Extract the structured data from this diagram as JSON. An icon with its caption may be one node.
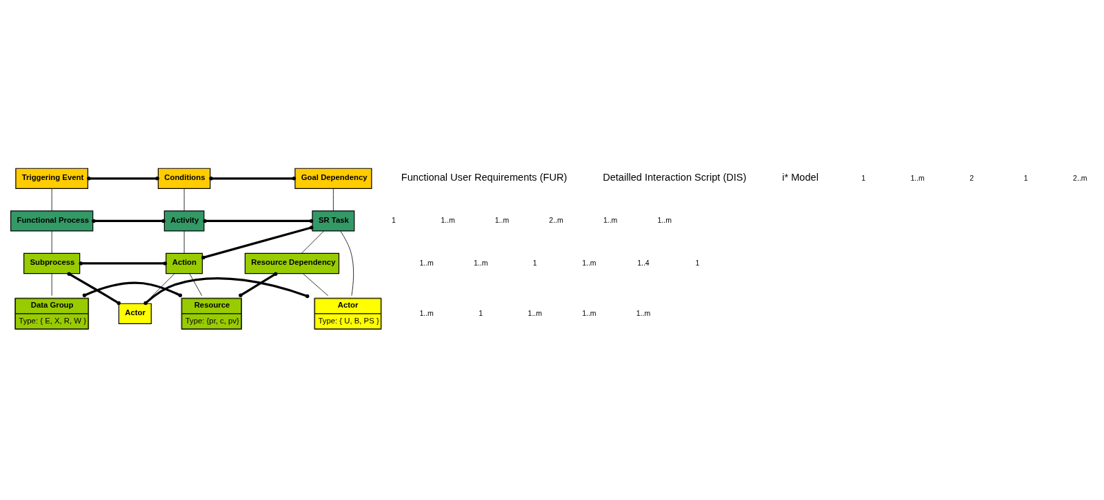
{
  "diagram": {
    "nodes": [
      {
        "text": [
          "Triggering Event"
        ]
      },
      {
        "text": [
          "Conditions"
        ]
      },
      {
        "text": [
          "Goal Dependency"
        ]
      },
      {
        "text": [
          "Functional Process"
        ]
      },
      {
        "text": [
          "Activity"
        ]
      },
      {
        "text": [
          "SR Task"
        ]
      },
      {
        "text": [
          "Subprocess"
        ]
      },
      {
        "text": [
          "Action"
        ]
      },
      {
        "text": [
          "Resource Dependency"
        ]
      },
      {
        "text": [
          "Data Group",
          "Type: { E, X, R, W }"
        ]
      },
      {
        "text": [
          "Resource",
          "Type: {pr, c, pv}"
        ]
      },
      {
        "text": [
          "Actor"
        ]
      },
      {
        "text": [
          "Actor",
          "Type: { U, B, PS }"
        ]
      }
    ],
    "edges": [
      {
        "from": 0,
        "to": 1,
        "arrow": "other",
        "style": "thick"
      },
      {
        "from": 1,
        "to": 2,
        "arrow": "other",
        "style": "thick"
      },
      {
        "from": 0,
        "to": 3,
        "arrow": "none"
      },
      {
        "from": 1,
        "to": 4,
        "arrow": "none"
      },
      {
        "from": 2,
        "to": 5,
        "arrow": "none"
      },
      {
        "from": 3,
        "to": 4,
        "arrow": "other",
        "style": "thick"
      },
      {
        "from": 4,
        "to": 5,
        "arrow": "other",
        "style": "thick"
      },
      {
        "from": 3,
        "to": 6,
        "arrow": "none"
      },
      {
        "from": 4,
        "to": 7,
        "arrow": "none"
      },
      {
        "from": 7,
        "to": 5,
        "arrow": "other",
        "style": "thick"
      },
      {
        "from": 8,
        "to": 5,
        "arrow": "none"
      },
      {
        "from": 5,
        "to": 12,
        "arrow": "none"
      },
      {
        "from": 6,
        "to": 7,
        "arrow": "other",
        "style": "thick"
      },
      {
        "from": 6,
        "to": 9,
        "arrow": "none"
      },
      {
        "from": 7,
        "to": 10,
        "arrow": "none"
      },
      {
        "from": 7,
        "to": 11,
        "arrow": "none"
      },
      {
        "from": 9,
        "to": 10,
        "arrow": "other",
        "style": "thick"
      },
      {
        "from": 10,
        "to": 8,
        "arrow": "other",
        "style": "thick"
      },
      {
        "from": 8,
        "to": 12,
        "arrow": "none"
      },
      {
        "from": 6,
        "to": 11,
        "arrow": "other",
        "style": "thick"
      },
      {
        "from": 11,
        "to": 12,
        "arrow": "other",
        "style": "thick"
      }
    ],
    "labels": [
      "Functional User Requirements (FUR)",
      "Detailled Interaction Script (DIS)",
      "i* Model",
      "1",
      "1..m",
      "1..m",
      "1..m",
      "1..m",
      "1..m",
      "1",
      "1",
      "2..m",
      "1..m",
      "1..m",
      "1..m",
      "1..4",
      "1..m",
      "1..m",
      "1",
      "1..m",
      "1",
      "1..m",
      "2",
      "1",
      "2..m"
    ]
  }
}
